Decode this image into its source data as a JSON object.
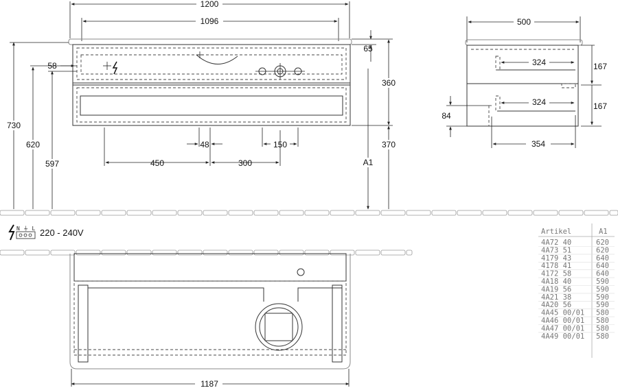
{
  "front_view": {
    "overall_width": "1200",
    "inner_width": "1096",
    "height_total": "730",
    "height_620": "620",
    "height_597": "597",
    "offset_58": "58",
    "top_65": "65",
    "unit_height": "360",
    "floor_height": "370",
    "a1_label": "A1",
    "dim_450": "450",
    "dim_48": "48",
    "dim_300": "300",
    "dim_150": "150"
  },
  "side_view": {
    "depth": "500",
    "drawer_324_top": "324",
    "drawer_324_bottom": "324",
    "height_167_top": "167",
    "height_167_bottom": "167",
    "dim_84": "84",
    "dim_354": "354"
  },
  "electrical": {
    "voltage": "220 - 240V",
    "socket_labels": "N ⏚ L"
  },
  "plan_view": {
    "width": "1187"
  },
  "table": {
    "headers": [
      "Artikel",
      "A1"
    ],
    "rows": [
      [
        "4A72  40",
        "620"
      ],
      [
        "4A73  51",
        "620"
      ],
      [
        "4179  43",
        "640"
      ],
      [
        "4178  41",
        "640"
      ],
      [
        "4172  58",
        "640"
      ],
      [
        "4A18  40",
        "590"
      ],
      [
        "4A19  56",
        "590"
      ],
      [
        "4A21  38",
        "590"
      ],
      [
        "4A20  56",
        "590"
      ],
      [
        "4A45  00/01",
        "580"
      ],
      [
        "4A46  00/01",
        "580"
      ],
      [
        "4A47  00/01",
        "580"
      ],
      [
        "4A49  00/01",
        "580"
      ]
    ]
  }
}
